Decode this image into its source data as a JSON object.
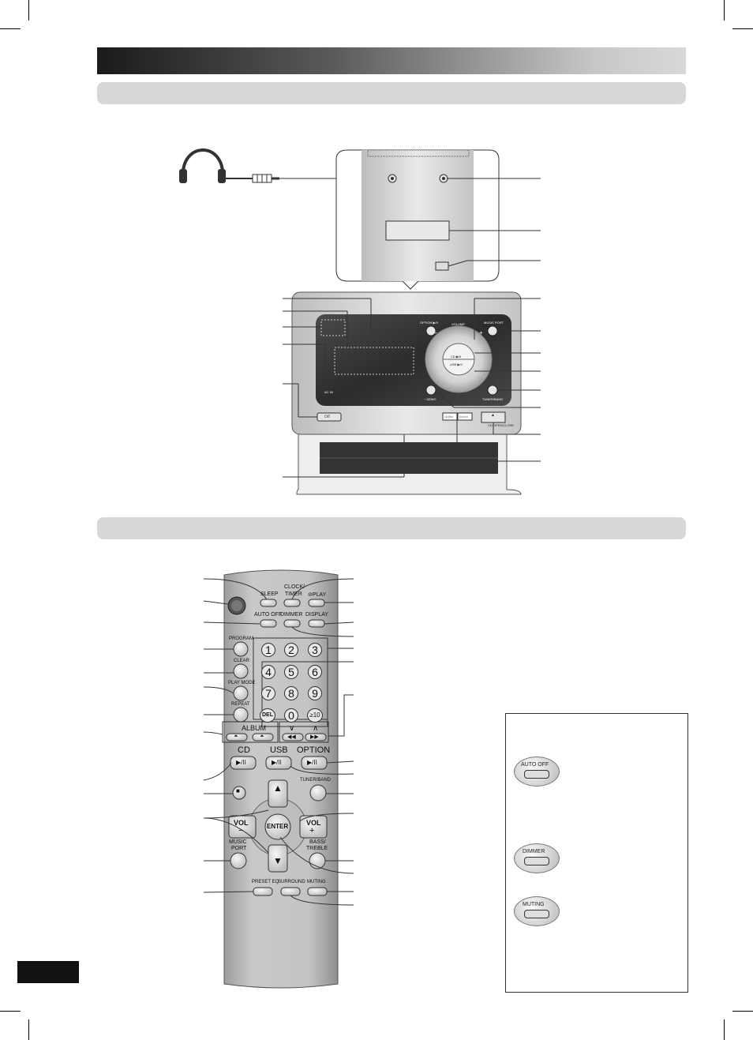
{
  "unit_panel": {
    "option_label": "OPTION ▶/II",
    "music_port_label": "MUSIC PORT",
    "volume_label": "VOLUME",
    "vol_minus": "−",
    "vol_plus": "+",
    "cd_play_label": "CD ▶/II",
    "usb_play_label": "USB ▶/II",
    "tuner_band_label": "TUNER/BAND",
    "demo_label": "− DEMO",
    "ac_in_label": "AC IN",
    "power_label": "⏻/I",
    "skip_prev_label": "◁◁/▭",
    "skip_next_label": "▷▷/▭",
    "eject_symbol": "▲",
    "cd_open_close_label": "CD OPEN/CLOSE"
  },
  "remote": {
    "sleep": "SLEEP",
    "clock_timer": [
      "CLOCK/",
      "TIMER"
    ],
    "play_timer": "⊘PLAY",
    "auto_off": "AUTO OFF",
    "dimmer": "DIMMER",
    "display": "DISPLAY",
    "program": "PROGRAM",
    "clear": "CLEAR",
    "play_mode": "PLAY MODE",
    "repeat": "REPEAT",
    "digits": [
      "1",
      "2",
      "3",
      "4",
      "5",
      "6",
      "7",
      "8",
      "9",
      "DEL",
      "0",
      "≥10"
    ],
    "album": "ALBUM",
    "album_down": "⏶",
    "album_up": "⏶",
    "skip_down": "∨",
    "skip_up": "∧",
    "skip_prev": "◀◀",
    "skip_next": "▶▶",
    "cd": "CD",
    "usb": "USB",
    "option": "OPTION",
    "play_pause": "▶/II",
    "stop": "■",
    "tuner_band": "TUNER/BAND",
    "up": "▲",
    "down": "▼",
    "vol": "VOL",
    "minus": "−",
    "plus": "+",
    "enter": "ENTER",
    "bass_treble": [
      "BASS/",
      "TREBLE"
    ],
    "music_port": [
      "MUSIC",
      "PORT"
    ],
    "preset_eq": "PRESET EQ",
    "surround": "SURROUND",
    "muting": "MUTING"
  },
  "side_panel": {
    "buttons": [
      "AUTO OFF",
      "DIMMER",
      "MUTING"
    ]
  }
}
